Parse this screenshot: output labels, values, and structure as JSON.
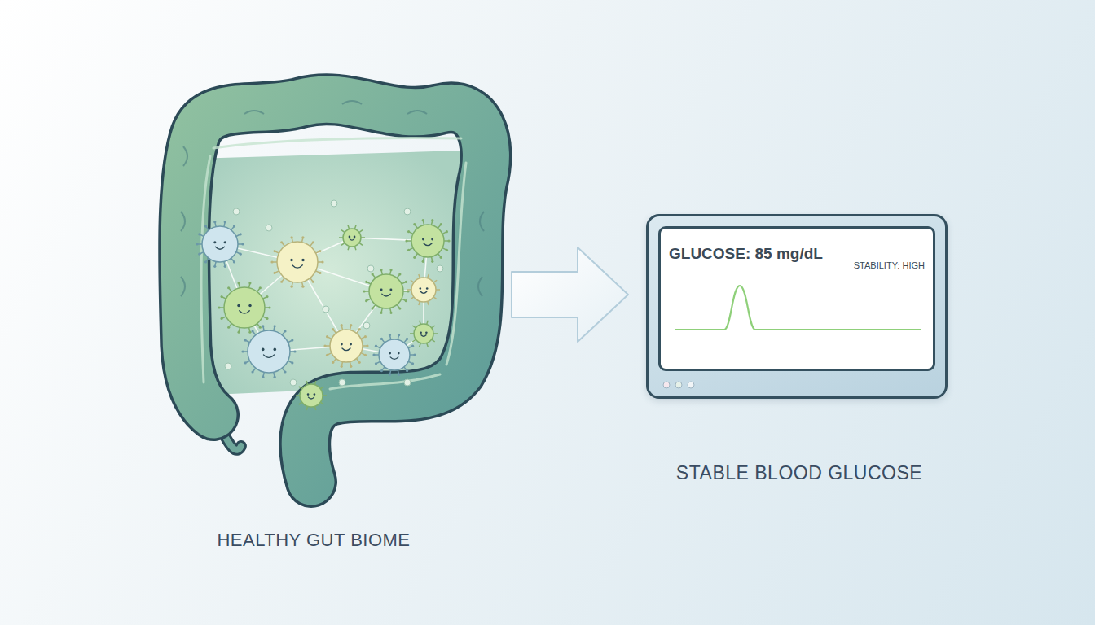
{
  "diagram": {
    "nodes": [
      {
        "text": [
          "HEALTHY GUT BIOME"
        ]
      },
      {
        "text": [
          "STABLE BLOOD GLUCOSE"
        ]
      },
      {
        "text": [
          "GLUCOSE: 85 mg/dL",
          "STABILITY: HIGH"
        ],
        "in": 1
      }
    ],
    "edges": [
      {
        "from": 0,
        "to": 1,
        "arrow": "to"
      }
    ]
  }
}
